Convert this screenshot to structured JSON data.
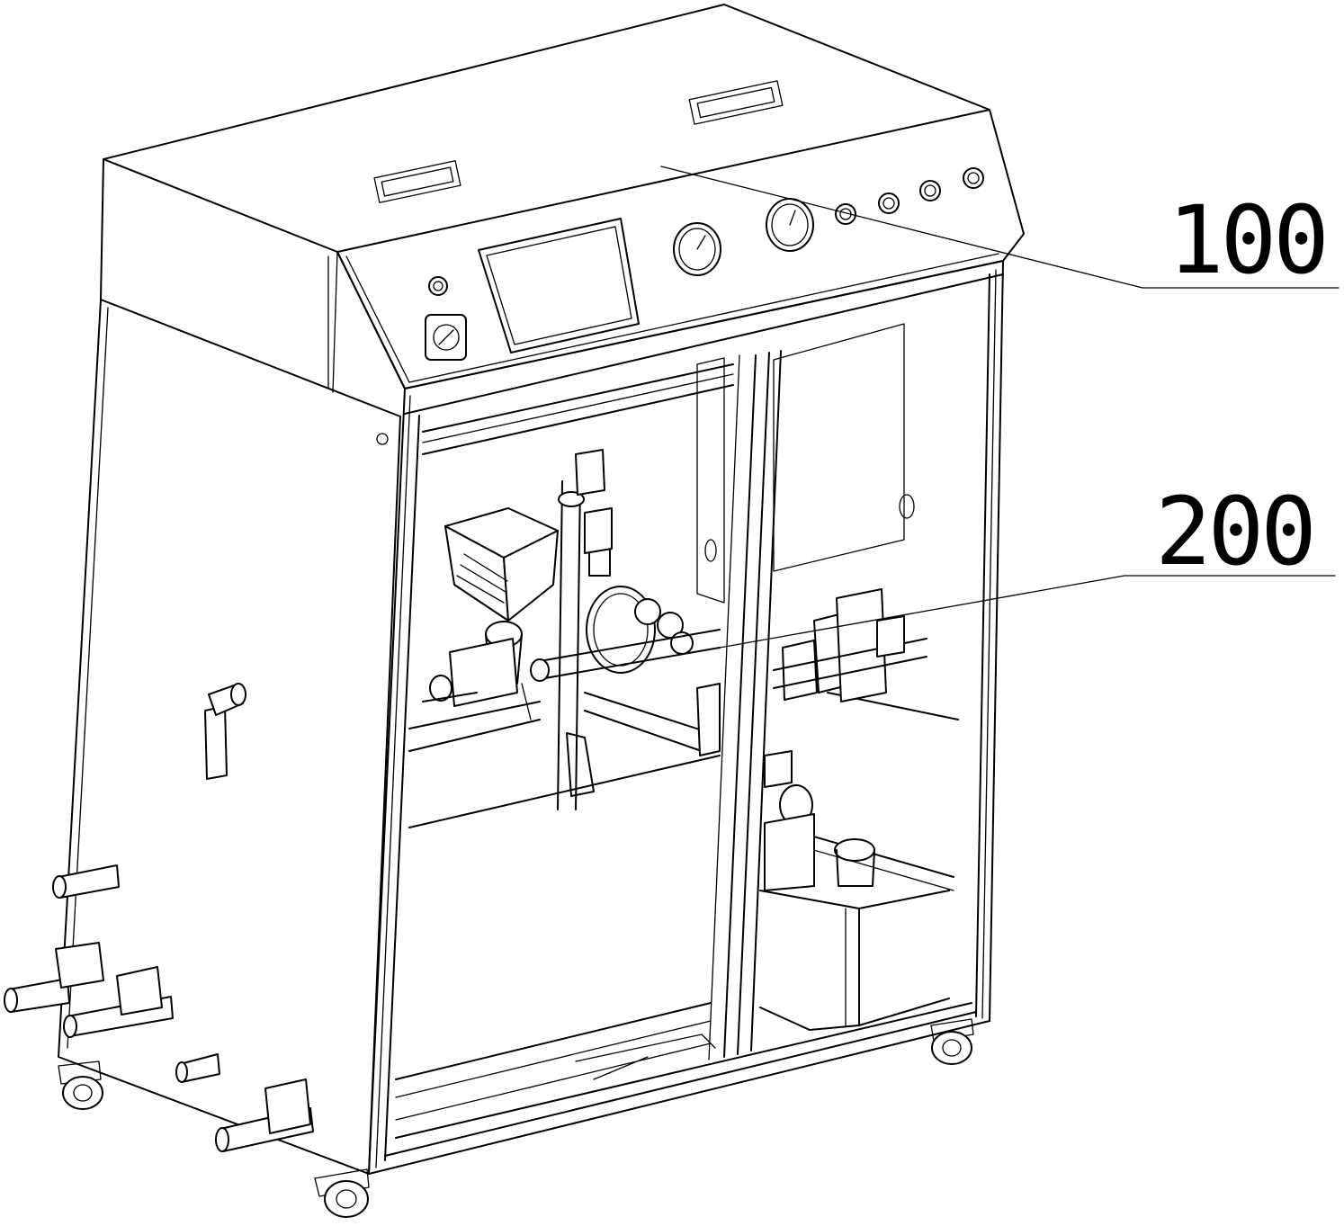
{
  "labels": [
    {
      "id": "100",
      "text": "100"
    },
    {
      "id": "200",
      "text": "200"
    }
  ]
}
